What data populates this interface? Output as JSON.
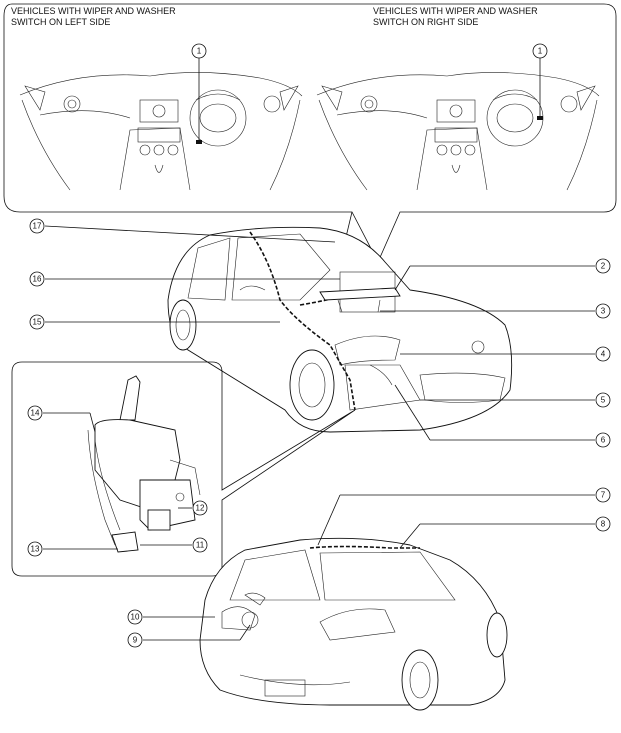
{
  "captions": {
    "left_line1": "VEHICLES WITH WIPER AND WASHER",
    "left_line2": "SWITCH ON LEFT SIDE",
    "right_line1": "VEHICLES WITH WIPER AND WASHER",
    "right_line2": "SWITCH ON RIGHT SIDE"
  },
  "callouts": {
    "c1a": "1",
    "c1b": "1",
    "c2": "2",
    "c3": "3",
    "c4": "4",
    "c5": "5",
    "c6": "6",
    "c7": "7",
    "c8": "8",
    "c9": "9",
    "c10": "10",
    "c11": "11",
    "c12": "12",
    "c13": "13",
    "c14": "14",
    "c15": "15",
    "c16": "16",
    "c17": "17"
  }
}
